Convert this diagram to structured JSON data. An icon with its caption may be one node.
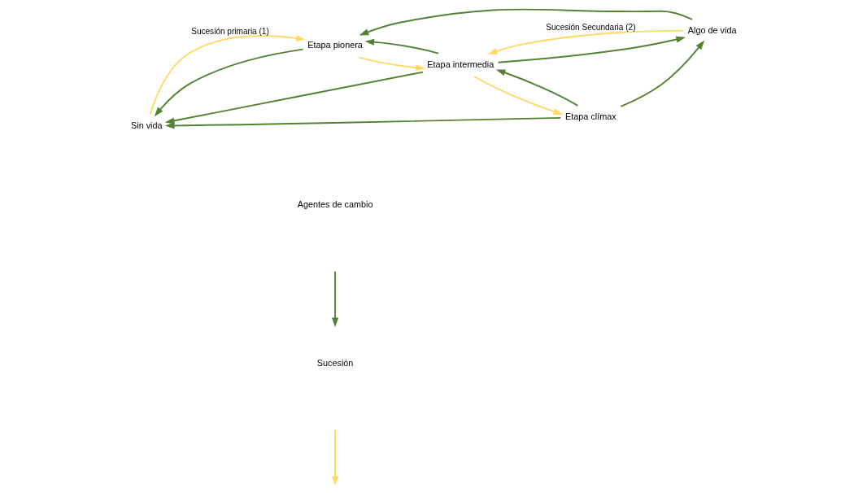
{
  "diagram": {
    "nodes": [
      {
        "text": [
          "Sin vida"
        ]
      },
      {
        "text": [
          "Etapa pionera"
        ]
      },
      {
        "text": [
          "Etapa intermedia"
        ]
      },
      {
        "text": [
          "Etapa clímax"
        ]
      },
      {
        "text": [
          "Algo de vida"
        ]
      }
    ],
    "edges": [
      {
        "from": 0,
        "to": 1,
        "arrow": "to",
        "label": "Sucesión primaria (1)",
        "color": "#ffd966"
      },
      {
        "from": 1,
        "to": 2,
        "arrow": "to",
        "color": "#ffd966"
      },
      {
        "from": 2,
        "to": 1,
        "arrow": "to"
      },
      {
        "from": 2,
        "to": 3,
        "arrow": "to",
        "color": "#ffd966"
      },
      {
        "from": 3,
        "to": 2,
        "arrow": "to"
      },
      {
        "from": 4,
        "to": 2,
        "arrow": "to",
        "label": "Sucesión Secundaria (2)",
        "color": "#ffd966"
      },
      {
        "from": 2,
        "to": 4,
        "arrow": "to"
      },
      {
        "from": 4,
        "to": 1,
        "arrow": "to"
      },
      {
        "from": 3,
        "to": 4,
        "arrow": "to"
      },
      {
        "from": 1,
        "to": 0,
        "arrow": "to"
      },
      {
        "from": 2,
        "to": 0,
        "arrow": "to"
      },
      {
        "from": 3,
        "to": 0,
        "arrow": "to"
      }
    ],
    "legend": [
      {
        "text": "Agentes de cambio"
      },
      {
        "text": "Sucesión"
      }
    ]
  }
}
